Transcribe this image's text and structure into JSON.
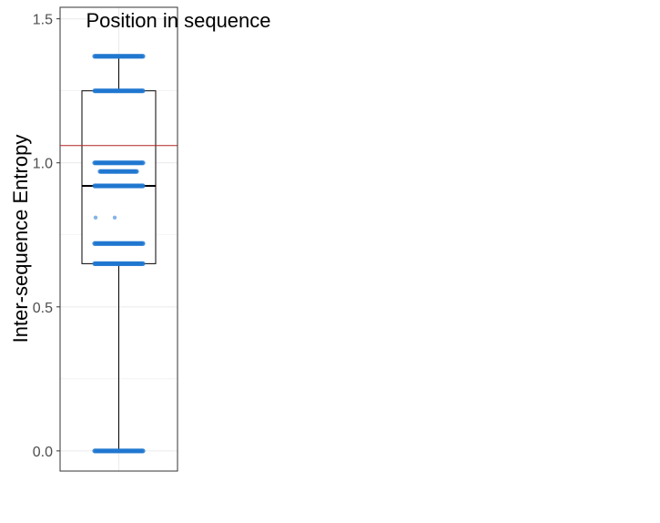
{
  "chart_data": {
    "type": "box",
    "title": "Position in sequence",
    "xlabel": "",
    "ylabel": "Inter-sequence Entropy",
    "ylim": [
      -0.07,
      1.54
    ],
    "yticks": [
      0.0,
      0.5,
      1.0,
      1.5
    ],
    "ytick_labels": [
      "0.0",
      "0.5",
      "1.0",
      "1.5"
    ],
    "grid": true,
    "box": {
      "min": 0.0,
      "q1": 0.65,
      "median": 0.92,
      "q3": 1.25,
      "max": 1.37
    },
    "reference_line": 1.06,
    "point_levels": [
      {
        "y": 1.37,
        "count": 40
      },
      {
        "y": 1.25,
        "count": 40
      },
      {
        "y": 1.0,
        "count": 40
      },
      {
        "y": 0.97,
        "count": 30
      },
      {
        "y": 0.92,
        "count": 40
      },
      {
        "y": 0.81,
        "count": 2
      },
      {
        "y": 0.72,
        "count": 40
      },
      {
        "y": 0.65,
        "count": 40
      },
      {
        "y": 0.0,
        "count": 40
      }
    ],
    "colors": {
      "points": "#1f77d0",
      "reference_line": "#b22222",
      "box": "#000000",
      "grid": "#ebebeb"
    }
  }
}
